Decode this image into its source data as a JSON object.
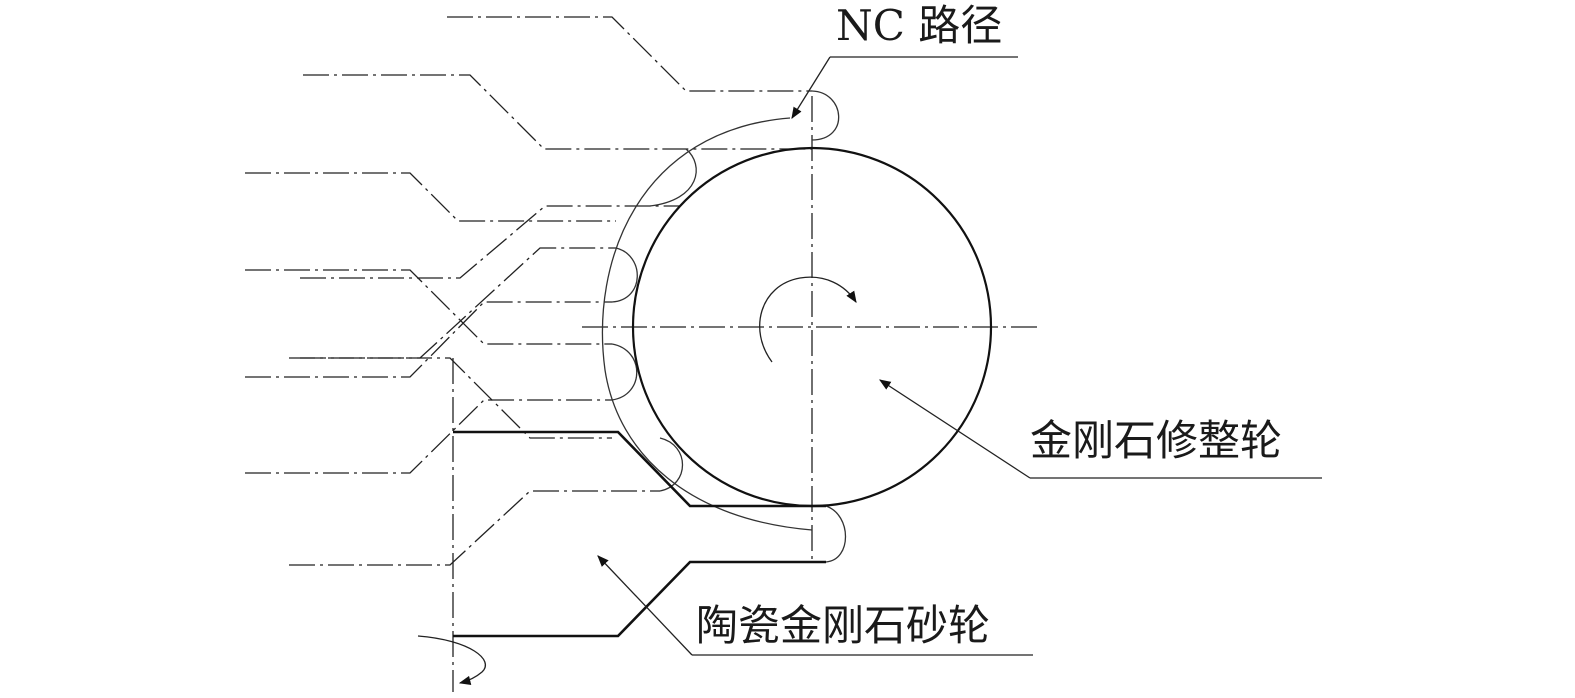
{
  "labels": {
    "nc_path": "NC 路径",
    "dresser": "金刚石修整轮",
    "grinding_wheel": "陶瓷金刚石砂轮"
  }
}
